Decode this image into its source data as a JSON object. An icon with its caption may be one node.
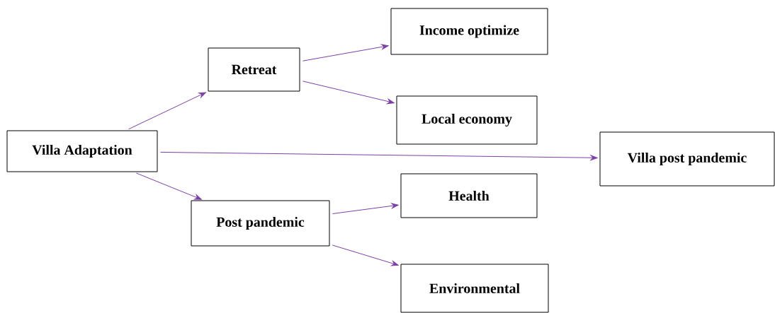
{
  "diagram": {
    "nodes": [
      {
        "text": [
          "Villa Adaptation"
        ]
      },
      {
        "text": [
          "Retreat"
        ]
      },
      {
        "text": [
          "Post pandemic"
        ]
      },
      {
        "text": [
          "Income optimize"
        ]
      },
      {
        "text": [
          "Local economy"
        ]
      },
      {
        "text": [
          "Health"
        ]
      },
      {
        "text": [
          "Environmental"
        ]
      },
      {
        "text": [
          "Villa post pandemic"
        ]
      }
    ],
    "edges": [
      {
        "from": 0,
        "to": 1,
        "arrow": "to"
      },
      {
        "from": 0,
        "to": 7,
        "arrow": "to"
      },
      {
        "from": 0,
        "to": 2,
        "arrow": "to"
      },
      {
        "from": 1,
        "to": 3,
        "arrow": "to"
      },
      {
        "from": 1,
        "to": 4,
        "arrow": "to"
      },
      {
        "from": 2,
        "to": 5,
        "arrow": "to"
      },
      {
        "from": 2,
        "to": 6,
        "arrow": "to"
      }
    ]
  }
}
